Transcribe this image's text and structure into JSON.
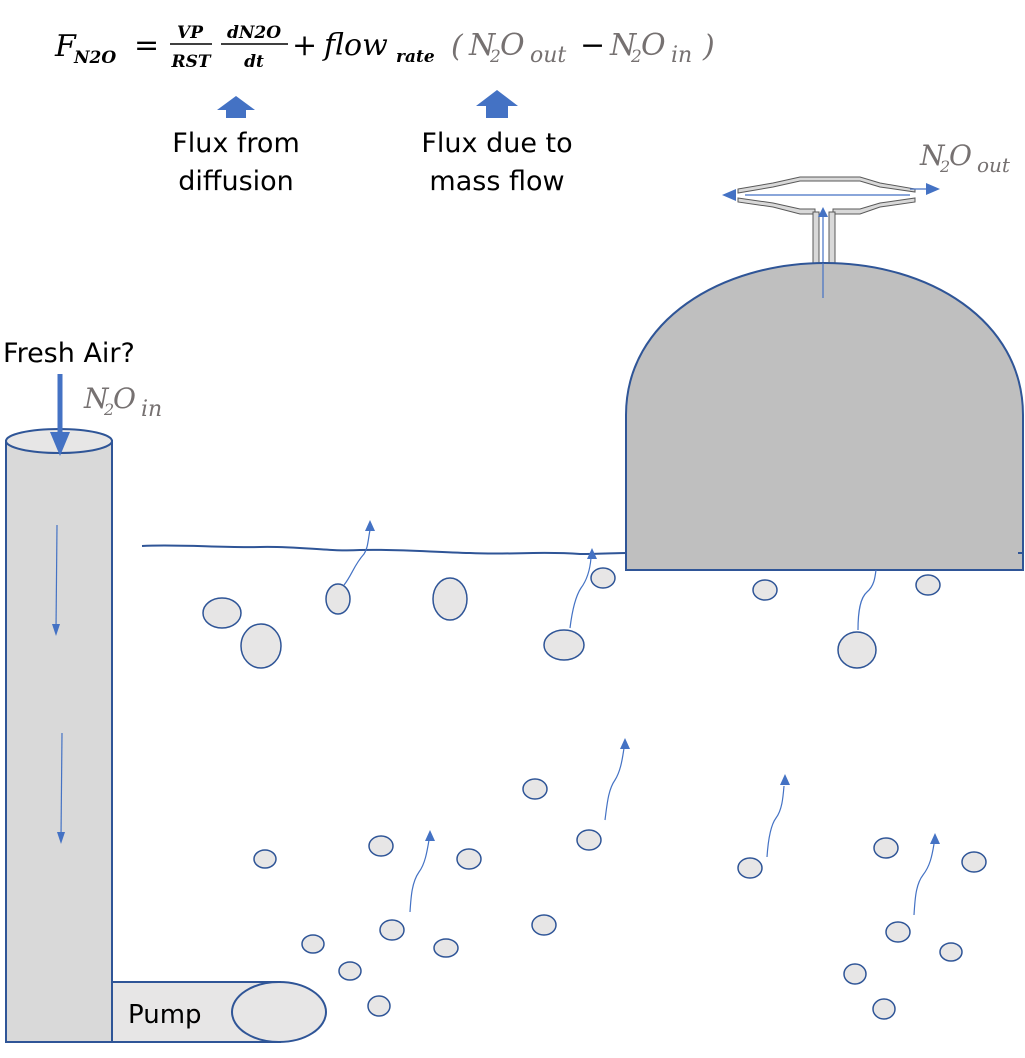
{
  "equation": {
    "lhs_symbol": "F",
    "lhs_sub": "N2O",
    "equals": "=",
    "frac1_num": "VP",
    "frac1_den": "RST",
    "frac2_num": "dN2O",
    "frac2_den": "dt",
    "plus": "+",
    "flow_word": "flow",
    "flow_sub": "rate",
    "open_paren": "(",
    "n2o_out_base": "N",
    "n2o_out_two": "2",
    "n2o_out_o": "O",
    "n2o_out_sub": "out",
    "minus": "−",
    "n2o_in_base": "N",
    "n2o_in_two": "2",
    "n2o_in_o": "O",
    "n2o_in_sub": "in",
    "close_paren": ")"
  },
  "annotations": {
    "diffusion_line1": "Flux from",
    "diffusion_line2": "diffusion",
    "massflow_line1": "Flux due to",
    "massflow_line2": "mass flow"
  },
  "labels": {
    "fresh_air": "Fresh Air?",
    "pump": "Pump",
    "n2o_in": {
      "base": "N",
      "two": "2",
      "o": "O",
      "sub": "in"
    },
    "n2o_out": {
      "base": "N",
      "two": "2",
      "o": "O",
      "sub": "out"
    }
  },
  "colors": {
    "arrow_blue": "#4472c4",
    "outline_blue": "#2f5597",
    "chamber_gray": "#bfbfbf",
    "pipe_gray": "#d9d9d9",
    "bubble_fill": "#e7e6e6",
    "math_gray": "#767171"
  }
}
